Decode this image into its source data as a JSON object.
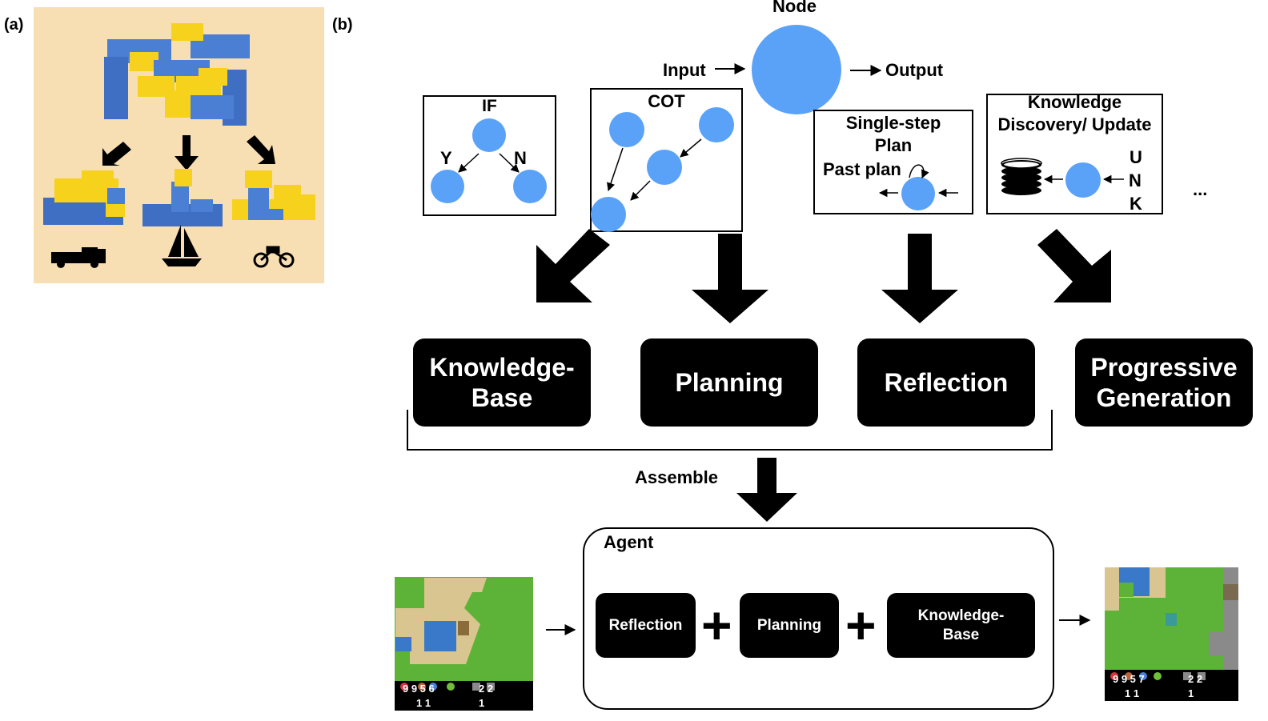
{
  "panel_labels": {
    "a": "(a)",
    "b": "(b)"
  },
  "node_section": {
    "node_label": "Node",
    "input_label": "Input",
    "output_label": "Output"
  },
  "if_box": {
    "title": "IF",
    "yes": "Y",
    "no": "N"
  },
  "cot_box": {
    "title": "COT"
  },
  "single_step_box": {
    "title_line1": "Single-step",
    "title_line2": "Plan",
    "past_plan": "Past plan"
  },
  "knowledge_box": {
    "title_line1": "Knowledge",
    "title_line2": "Discovery/ Update",
    "unk": [
      "U",
      "N",
      "K"
    ]
  },
  "ellipsis": "...",
  "modules": {
    "knowledge_base_line1": "Knowledge-",
    "knowledge_base_line2": "Base",
    "planning": "Planning",
    "reflection": "Reflection",
    "progressive_line1": "Progressive",
    "progressive_line2": "Generation"
  },
  "assemble_label": "Assemble",
  "agent": {
    "title": "Agent",
    "reflection": "Reflection",
    "planning": "Planning",
    "knowledge_base_line1": "Knowledge-",
    "knowledge_base_line2": "Base",
    "plus": "+"
  },
  "game_left": {
    "stats_row1": "9 9 5 6",
    "stats_row1b": "2 2",
    "stats_row2": "1 1",
    "stats_row2b": "1"
  },
  "game_right": {
    "stats_row1": "9 9 5 7",
    "stats_row1b": "2 2",
    "stats_row2": "1 1",
    "stats_row2b": "1"
  },
  "colors": {
    "node_blue": "#5aa2f7",
    "lego_bg": "#f8deb3",
    "lego_blue": "#4a7fd4",
    "lego_yellow": "#f6d21c",
    "grass": "#5cb338",
    "sand": "#d9c58f",
    "water": "#3a78c9"
  }
}
